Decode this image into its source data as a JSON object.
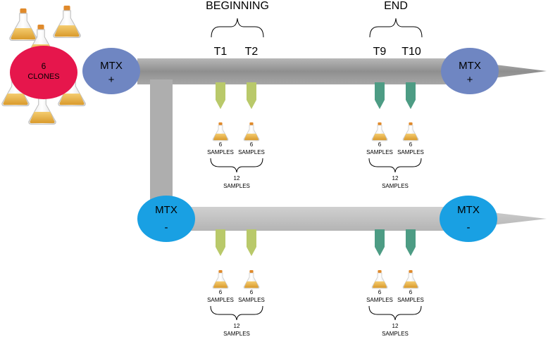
{
  "colors": {
    "track": "#9b9b9b",
    "track_light": "#bdbdbd",
    "mtx_plus": "#6f86c2",
    "mtx_minus": "#19a0e3",
    "clones": "#e6164c",
    "early_arrow": "#b9c96a",
    "late_arrow": "#4d9c84",
    "flask_liquid": "#e9b24a",
    "flask_cap": "#e08a2b"
  },
  "headers": {
    "beginning": "BEGINNING",
    "end": "END"
  },
  "timepoints": {
    "t1": "T1",
    "t2": "T2",
    "t9": "T9",
    "t10": "T10"
  },
  "clones": {
    "count": "6",
    "label": "CLONES"
  },
  "nodes": {
    "mtx_plus": {
      "name": "MTX",
      "sign": "+"
    },
    "mtx_minus": {
      "name": "MTX",
      "sign": "-"
    }
  },
  "sample": {
    "count": "6",
    "label": "SAMPLES"
  },
  "group": {
    "count": "12",
    "label": "SAMPLES"
  },
  "icons": {
    "flask": "erlenmeyer-flask-icon",
    "arrow": "down-arrow-icon",
    "brace": "curly-brace-icon"
  }
}
